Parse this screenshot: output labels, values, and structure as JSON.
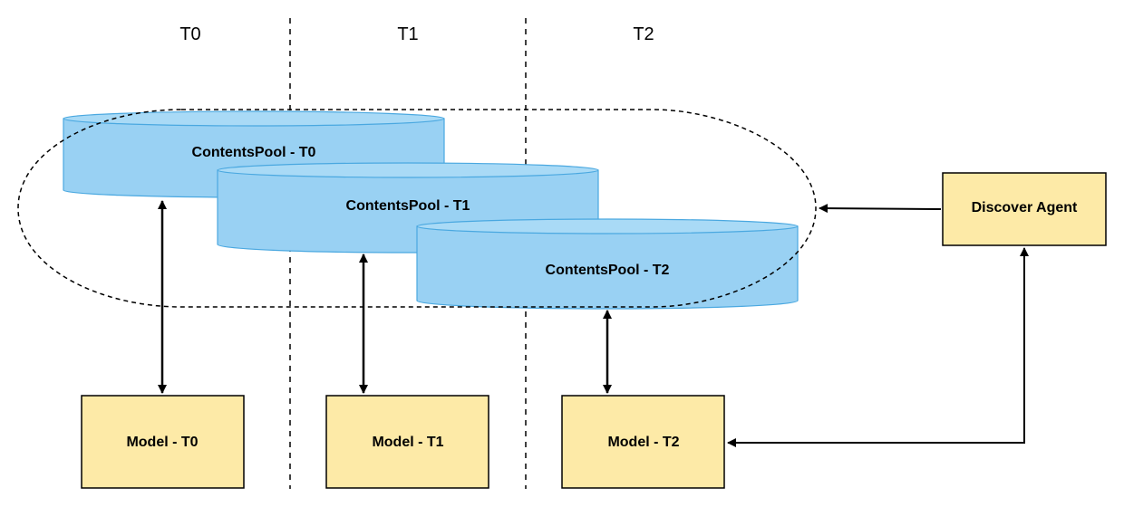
{
  "time_labels": [
    "T0",
    "T1",
    "T2"
  ],
  "pools": [
    {
      "label": "ContentsPool - T0"
    },
    {
      "label": "ContentsPool - T1"
    },
    {
      "label": "ContentsPool - T2"
    }
  ],
  "models": [
    {
      "label": "Model - T0"
    },
    {
      "label": "Model - T1"
    },
    {
      "label": "Model - T2"
    }
  ],
  "agent": {
    "label": "Discover Agent"
  },
  "colors": {
    "pool_fill": "#99d1f3",
    "pool_stroke": "#4aa8e0",
    "box_fill": "#fdeaa7",
    "box_stroke": "#000000",
    "line": "#000000"
  }
}
